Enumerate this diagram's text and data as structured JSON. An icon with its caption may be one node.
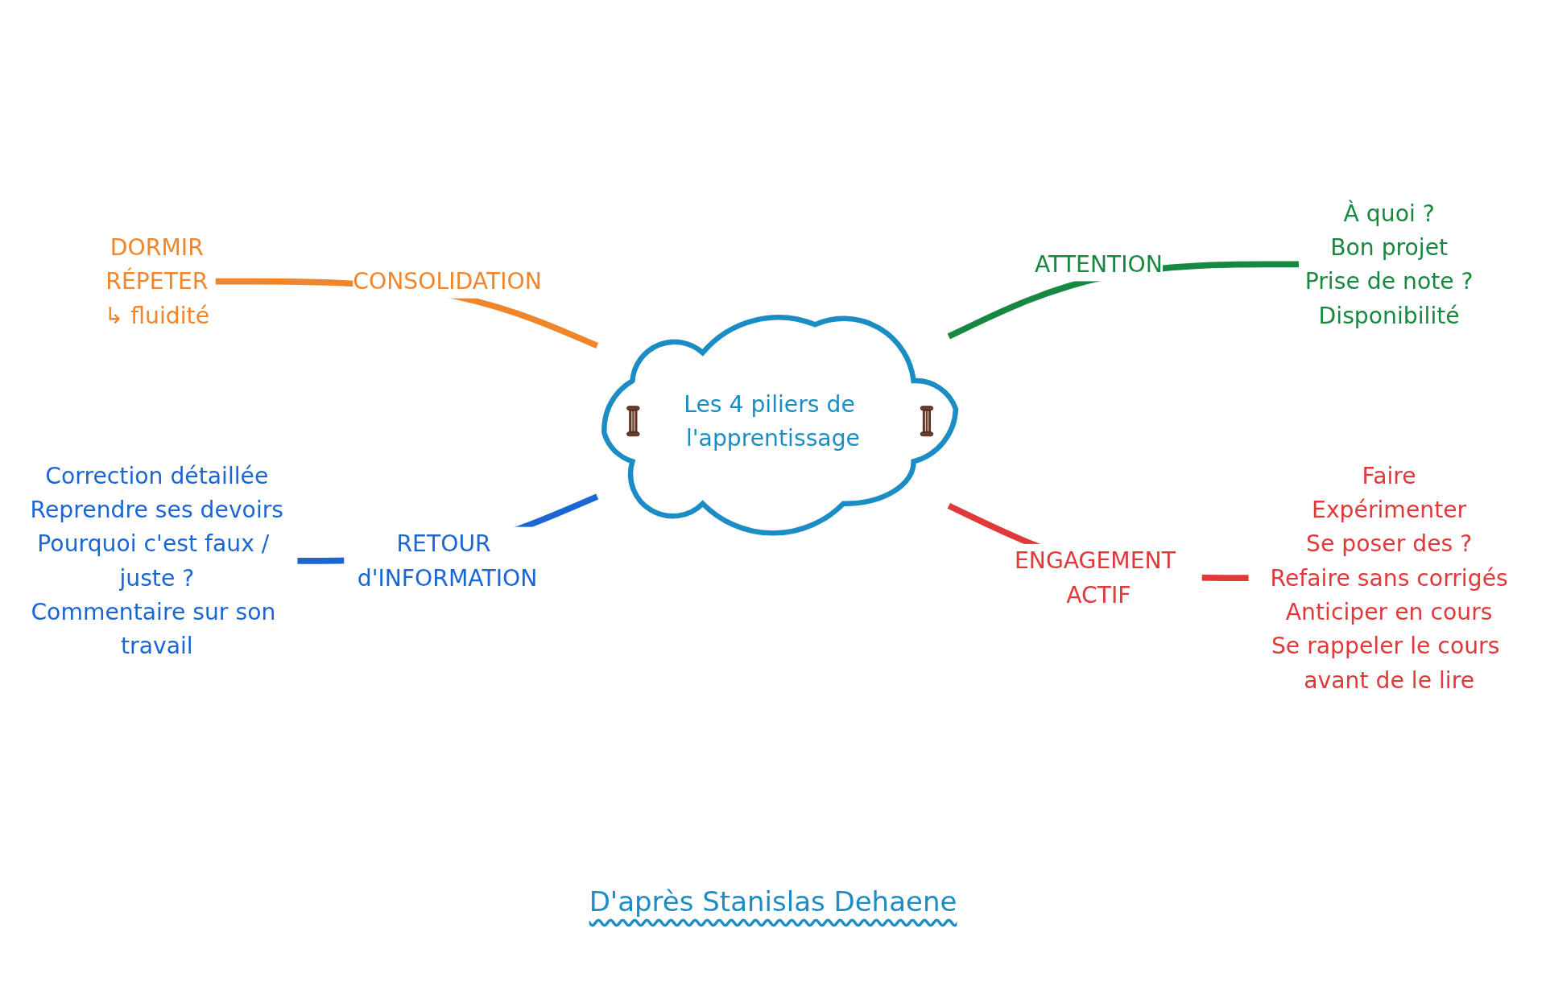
{
  "diagram": {
    "nodes": [
      {
        "text": [
          "Les 4 piliers de l'apprentissage"
        ]
      },
      {
        "text": [
          "DORMIR",
          "RÉPETER",
          "↳ fluidité"
        ]
      },
      {
        "text": [
          "À quoi ?",
          "Bon projet",
          "Prise de note ?",
          "Disponibilité"
        ]
      },
      {
        "text": [
          "Correction détaillée",
          "Reprendre ses devoirs",
          "Pourquoi c'est faux / juste ?",
          "Commentaire sur son travail"
        ]
      },
      {
        "text": [
          "Faire",
          "Expérimenter",
          "Se poser des ?",
          "Refaire sans corrigés",
          "Anticiper en cours",
          "Se rappeler le cours avant de le lire"
        ]
      }
    ],
    "edges": [
      {
        "from": 1,
        "to": 0,
        "arrow": "none",
        "label": "CONSOLIDATION",
        "color": "#f0862c"
      },
      {
        "from": 0,
        "to": 2,
        "arrow": "none",
        "label": "ATTENTION",
        "color": "#17883f"
      },
      {
        "from": 3,
        "to": 0,
        "arrow": "none",
        "label": "RETOUR d'INFORMATION",
        "color": "#1a66d4"
      },
      {
        "from": 0,
        "to": 4,
        "arrow": "none",
        "label": "ENGAGEMENT ACTIF",
        "color": "#e0393a"
      }
    ],
    "caption": "D'après Stanislas Dehaene"
  }
}
